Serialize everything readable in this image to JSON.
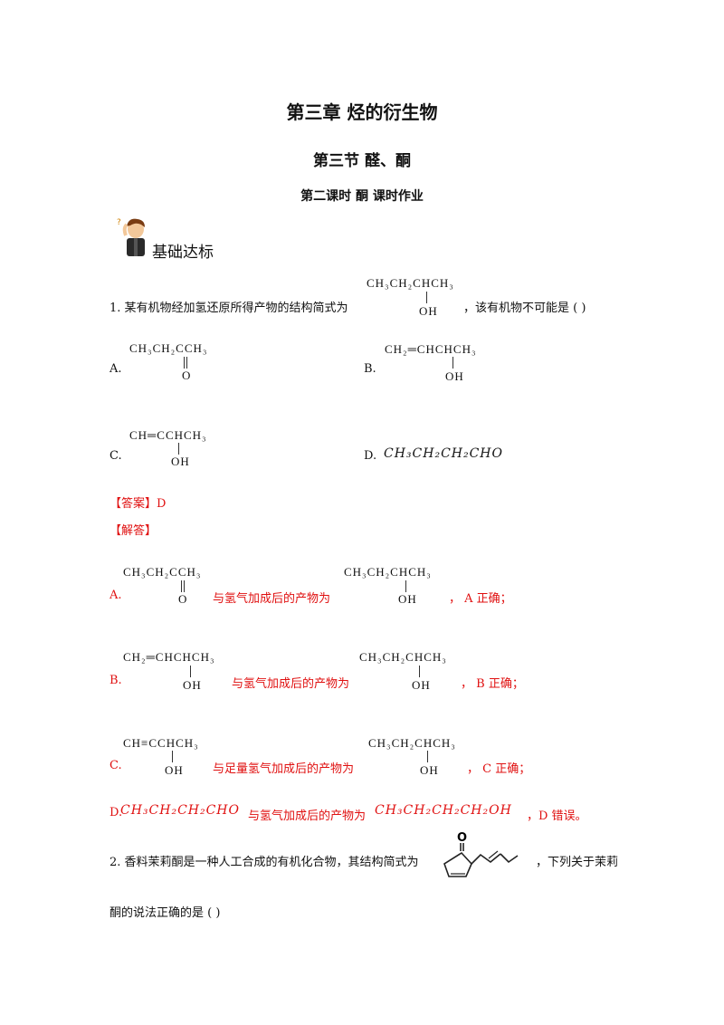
{
  "header": {
    "chapter": "第三章  烃的衍生物",
    "section": "第三节    醛、酮",
    "lesson": "第二课时    酮    课时作业"
  },
  "section_label": "基础达标",
  "q1": {
    "text_before": "1. 某有机物经加氢还原所得产物的结构简式为",
    "text_after": "，该有机物不可能是 (    )",
    "formula_main": "CH₃CH₂CHCH₃",
    "formula_oh": "OH",
    "options": {
      "A": {
        "label": "A.",
        "main": "CH₃CH₂CCH₃",
        "sub": "O"
      },
      "B": {
        "label": "B.",
        "main": "CH₂═CHCHCH₃",
        "sub": "OH"
      },
      "C": {
        "label": "C.",
        "main": "CH═CCHCH₃",
        "sub": "OH"
      },
      "D": {
        "label": "D.",
        "formula": "CH₃CH₂CH₂CHO"
      }
    },
    "answer": "【答案】D",
    "explain_label": "【解答】",
    "explain": {
      "A": {
        "label": "A.",
        "reactant": "CH₃CH₂CCH₃",
        "reactant_sub": "O",
        "mid": "与氢气加成后的产物为",
        "product": "CH₃CH₂CHCH₃",
        "product_sub": "OH",
        "end": "，  A 正确；"
      },
      "B": {
        "label": "B.",
        "reactant": "CH₂═CHCHCH₃",
        "reactant_sub": "OH",
        "mid": "与氢气加成后的产物为",
        "product": "CH₃CH₂CHCH₃",
        "product_sub": "OH",
        "end": "，  B 正确；"
      },
      "C": {
        "label": "C.",
        "reactant": "CH≡CCHCH₃",
        "reactant_sub": "OH",
        "mid": "与足量氢气加成后的产物为",
        "product": "CH₃CH₂CHCH₃",
        "product_sub": "OH",
        "end": "，  C 正确；"
      },
      "D": {
        "label": "D.",
        "reactant": "CH₃CH₂CH₂CHO",
        "mid": "与氢气加成后的产物为",
        "product": "CH₃CH₂CH₂CH₂OH",
        "end": "，D 错误。"
      }
    }
  },
  "q2": {
    "line1_before": "2. 香料茉莉酮是一种人工合成的有机化合物，其结构简式为",
    "line1_after": "，下列关于茉莉",
    "line2": "酮的说法正确的是 (    )",
    "structure_atom": "O"
  }
}
